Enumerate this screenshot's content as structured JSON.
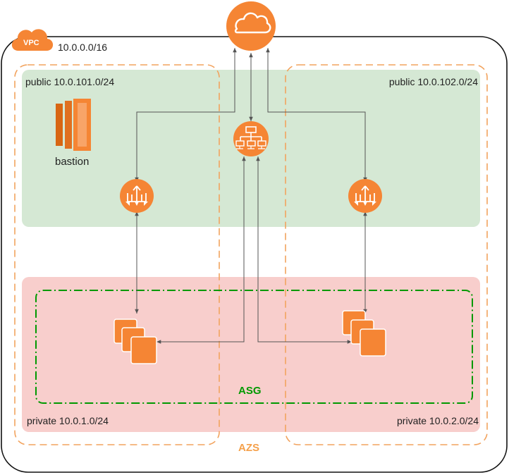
{
  "colors": {
    "aws_orange": "#F58534",
    "public_fill": "#D5E8D4",
    "private_fill": "#F8CECC",
    "asg_green": "#009900",
    "az_dashed": "#F2A35E",
    "line": "#555555"
  },
  "vpc": {
    "badge": "VPC",
    "cidr": "10.0.0.0/16",
    "icon": "cloud-icon"
  },
  "subnets": {
    "public_a": "public 10.0.101.0/24",
    "public_b": "public 10.0.102.0/24",
    "private_a": "private 10.0.1.0/24",
    "private_b": "private 10.0.2.0/24"
  },
  "bastion": {
    "label": "bastion",
    "icon": "ec2-instance-icon"
  },
  "asg": {
    "label": "ASG"
  },
  "azs": {
    "label": "AZS"
  },
  "icons": {
    "internet": "internet-gateway-cloud-icon",
    "load_balancer": "load-balancer-icon",
    "nat_a": "nat-gateway-icon",
    "nat_b": "nat-gateway-icon",
    "instances_a": "ec2-instances-icon",
    "instances_b": "ec2-instances-icon"
  }
}
